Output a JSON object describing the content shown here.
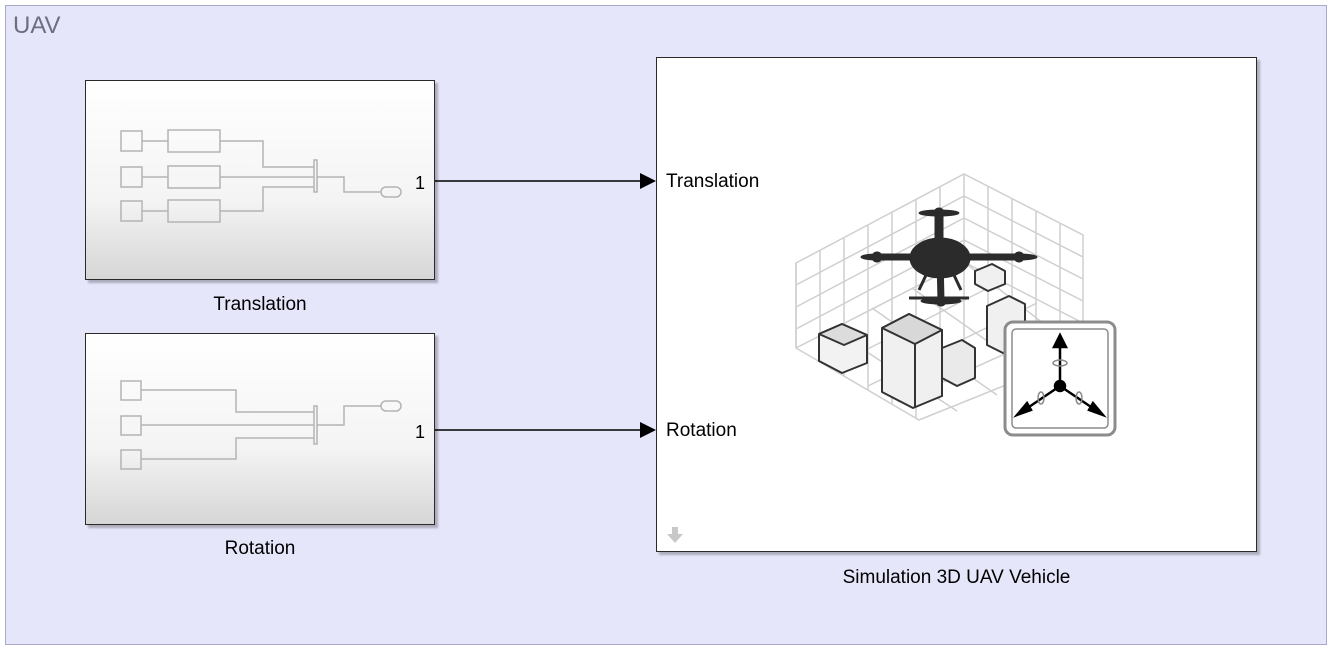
{
  "area": {
    "title": "UAV"
  },
  "translation_block": {
    "label": "Translation",
    "port_number": "1"
  },
  "rotation_block": {
    "label": "Rotation",
    "port_number": "1"
  },
  "sim_block": {
    "label": "Simulation 3D UAV Vehicle",
    "inputs": [
      "Translation",
      "Rotation"
    ]
  },
  "icons": [
    "quadcopter-scene-icon",
    "coordinate-axes-icon",
    "mask-down-arrow-icon"
  ],
  "colors": {
    "area_bg": "#e6e6fa",
    "block_border": "#2a2a2a",
    "signal_line": "#000000"
  }
}
